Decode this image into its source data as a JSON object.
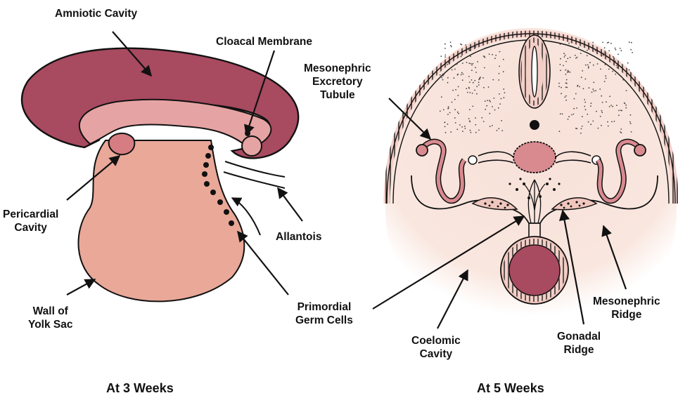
{
  "labels": {
    "amniotic_cavity": "Amniotic Cavity",
    "cloacal_membrane": "Cloacal Membrane",
    "pericardial_cavity": [
      "Pericardial",
      "Cavity"
    ],
    "allantois": "Allantois",
    "wall_of_yolk_sac": [
      "Wall of",
      "Yolk Sac"
    ],
    "primordial_germ_cells": [
      "Primordial",
      "Germ Cells"
    ],
    "mesonephric_excretory_tubule": [
      "Mesonephric",
      "Excretory",
      "Tubule"
    ],
    "coelomic_cavity": [
      "Coelomic",
      "Cavity"
    ],
    "gonadal_ridge": [
      "Gonadal",
      "Ridge"
    ],
    "mesonephric_ridge": [
      "Mesonephric",
      "Ridge"
    ]
  },
  "captions": {
    "left": "At 3 Weeks",
    "right": "At 5 Weeks"
  },
  "colors": {
    "amnion_dark": "#a84a60",
    "amnion_light": "#e6a3a3",
    "yolk_sac": "#e9a898",
    "tissue_pale": "#f7e1d8",
    "outline": "#111111",
    "vessel_fill": "#d98a8f"
  }
}
